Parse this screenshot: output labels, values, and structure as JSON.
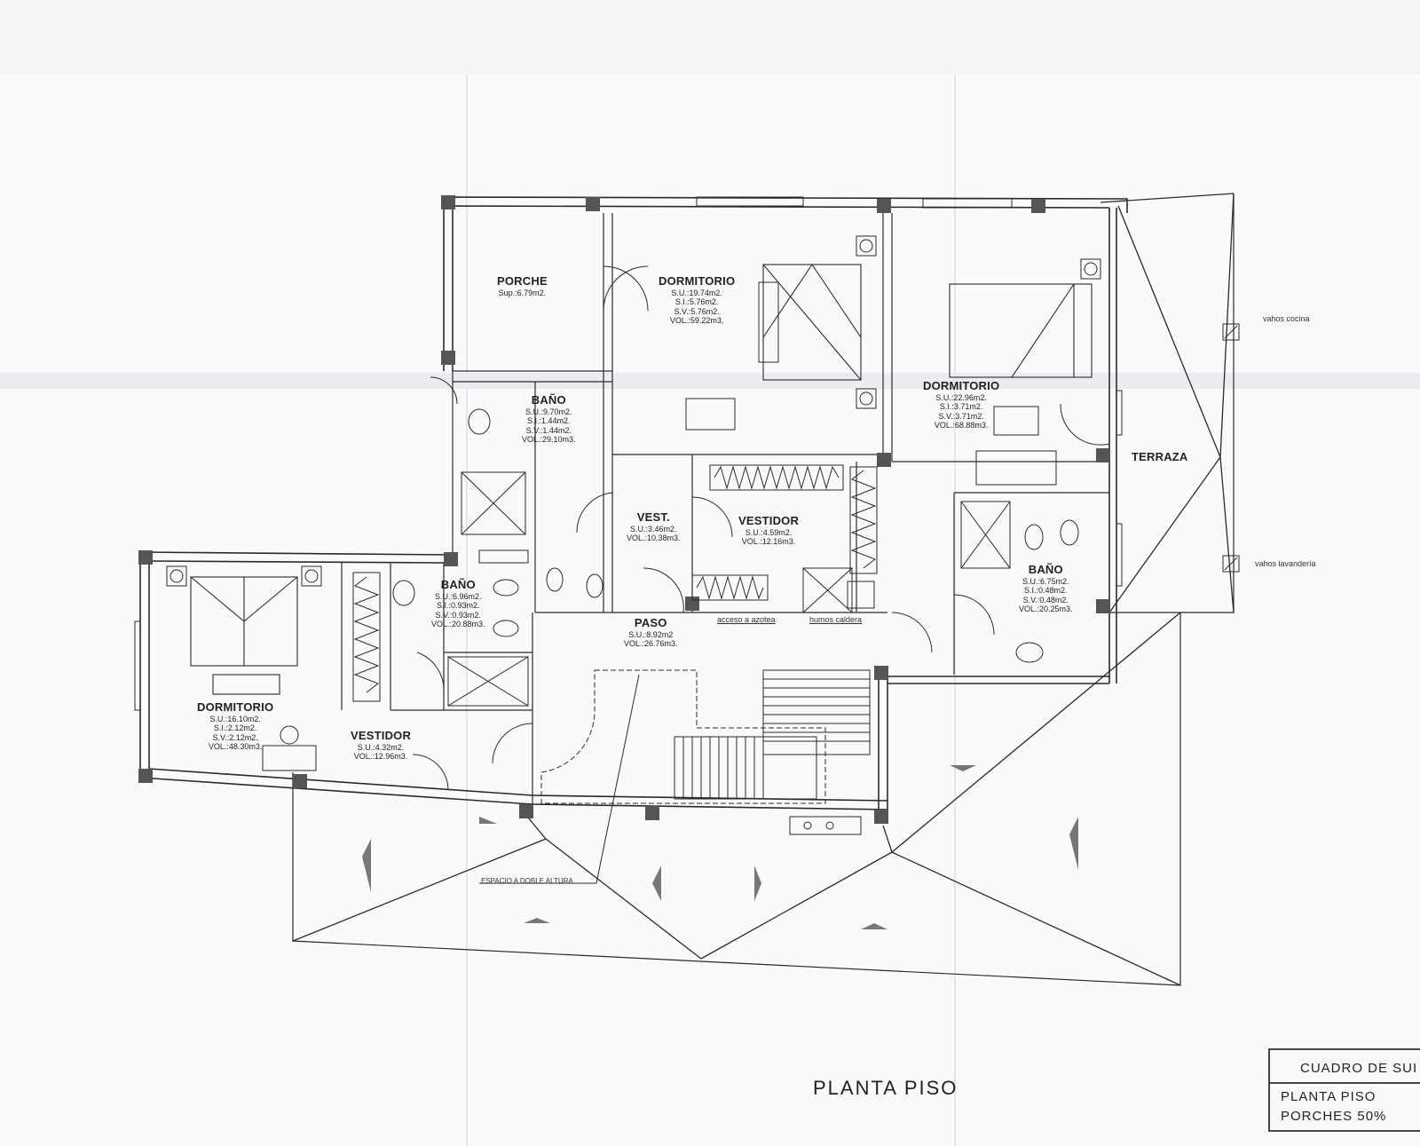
{
  "plan_title": "PLANTA PISO",
  "rooms": {
    "porche": {
      "name": "PORCHE",
      "lines": [
        "Sup.:6.79m2."
      ]
    },
    "dorm_master": {
      "name": "DORMITORIO",
      "lines": [
        "S.U.:19.74m2.",
        "S.I.:5.76m2.",
        "S.V.:5.76m2.",
        "VOL.:59.22m3."
      ]
    },
    "bano_top": {
      "name": "BAÑO",
      "lines": [
        "S.U.:9.70m2.",
        "S.I.:1.44m2.",
        "S.V.:1.44m2.",
        "VOL.:29.10m3."
      ]
    },
    "dorm_right": {
      "name": "DORMITORIO",
      "lines": [
        "S.U.:22.96m2.",
        "S.I.:3.71m2.",
        "S.V.:3.71m2.",
        "VOL.:68.88m3."
      ]
    },
    "terraza": {
      "name": "TERRAZA"
    },
    "vest": {
      "name": "VEST.",
      "lines": [
        "S.U.:3.46m2.",
        "VOL.:10.38m3."
      ]
    },
    "vestidor_center": {
      "name": "VESTIDOR",
      "lines": [
        "S.U.:4.59m2.",
        "VOL.:12.16m3."
      ]
    },
    "bano_left": {
      "name": "BAÑO",
      "lines": [
        "S.U.:6.96m2.",
        "S.I.:0.93m2.",
        "S.V.:0.93m2.",
        "VOL.:20.88m3."
      ]
    },
    "bano_right": {
      "name": "BAÑO",
      "lines": [
        "S.U.:6.75m2.",
        "S.I.:0.48m2.",
        "S.V.:0.48m2.",
        "VOL.:20.25m3."
      ]
    },
    "paso": {
      "name": "PASO",
      "lines": [
        "S.U.:8.92m2",
        "VOL.:26.76m3."
      ]
    },
    "dorm_left": {
      "name": "DORMITORIO",
      "lines": [
        "S.U.:16.10m2.",
        "S.I.:2.12m2.",
        "S.V.:2.12m2.",
        "VOL.:48.30m3."
      ]
    },
    "vestidor_left": {
      "name": "VESTIDOR",
      "lines": [
        "S.U.:4.32m2.",
        "VOL.:12.96m3."
      ]
    }
  },
  "notes": {
    "vahos_cocina": "vahos cocina",
    "vahos_lavanderia": "vahos lavandería",
    "acceso_azotea": "acceso a azotea",
    "humos_caldera": "humos caldera",
    "espacio_doble_altura": "ESPACIO A DOBLE ALTURA"
  },
  "cuadro": {
    "header": "CUADRO DE SUI",
    "row1": "PLANTA PISO",
    "row2": "PORCHES 50%"
  },
  "colors": {
    "line": "#2a2a2a",
    "column_fill": "#555555",
    "paper": "#fafafc"
  }
}
